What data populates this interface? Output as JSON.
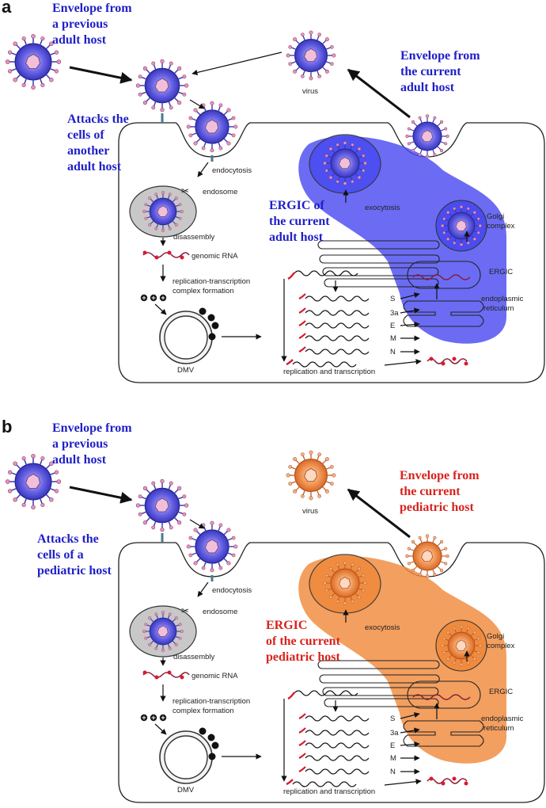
{
  "colors": {
    "adult": "#1f1fc8",
    "adult_region": "#4a4cf0",
    "pediatric_text": "#d8231e",
    "pediatric_region": "#f08a3c",
    "virus_blue": "#5a57e0",
    "virus_orange": "#ee8a4a"
  },
  "panel_a": {
    "letter": "a",
    "envelope_previous": [
      "Envelope from",
      "a previous",
      "adult host"
    ],
    "envelope_current": [
      "Envelope from",
      "the current",
      "adult host"
    ],
    "attacks": [
      "Attacks the",
      "cells of",
      "another",
      "adult host"
    ],
    "ergic_label": [
      "ERGIC of",
      "the current",
      "adult host"
    ]
  },
  "panel_b": {
    "letter": "b",
    "envelope_previous": [
      "Envelope from",
      "a previous",
      "adult host"
    ],
    "envelope_current": [
      "Envelope from",
      "the current",
      "pediatric host"
    ],
    "attacks": [
      "Attacks  the",
      "cells of a",
      "pediatric host"
    ],
    "ergic_label": [
      "ERGIC",
      "of the current",
      "pediatric host"
    ]
  },
  "cycle": {
    "virus": "virus",
    "endocytosis": "endocytosis",
    "endosome": "endosome",
    "disassembly": "disassembly",
    "genomic_rna": "genomic RNA",
    "rtc": [
      "replication-transcription",
      "complex formation"
    ],
    "dmv": "DMV",
    "replication": "replication and transcription",
    "exocytosis": "exocytosis",
    "golgi": [
      "Golgi",
      "complex"
    ],
    "ergic": "ERGIC",
    "er": [
      "endoplasmic",
      "reticulum"
    ],
    "proteins": [
      "S",
      "3a",
      "E",
      "M",
      "N"
    ]
  }
}
